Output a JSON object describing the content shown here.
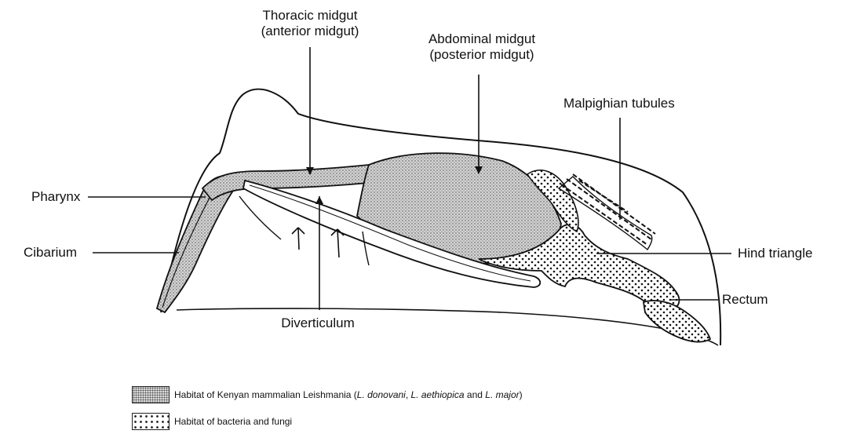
{
  "labels": {
    "thoracic_line1": "Thoracic midgut",
    "thoracic_line2": "(anterior midgut)",
    "abdominal_line1": "Abdominal midgut",
    "abdominal_line2": "(posterior midgut)",
    "malpighian": "Malpighian tubules",
    "pharynx": "Pharynx",
    "cibarium": "Cibarium",
    "hind_triangle": "Hind triangle",
    "rectum": "Rectum",
    "diverticulum": "Diverticulum"
  },
  "legend": {
    "fine": {
      "pre": "Habitat of Kenyan mammalian Leishmania (",
      "sp1": "L. donovani",
      "sep1": ", ",
      "sp2": "L. aethiopica",
      "and": " and ",
      "sp3": "L. major",
      "post": ")"
    },
    "coarse": "Habitat of bacteria and fungi"
  },
  "colors": {
    "ink": "#111111",
    "fine_fill": "#d4d4d4",
    "background": "#ffffff"
  }
}
